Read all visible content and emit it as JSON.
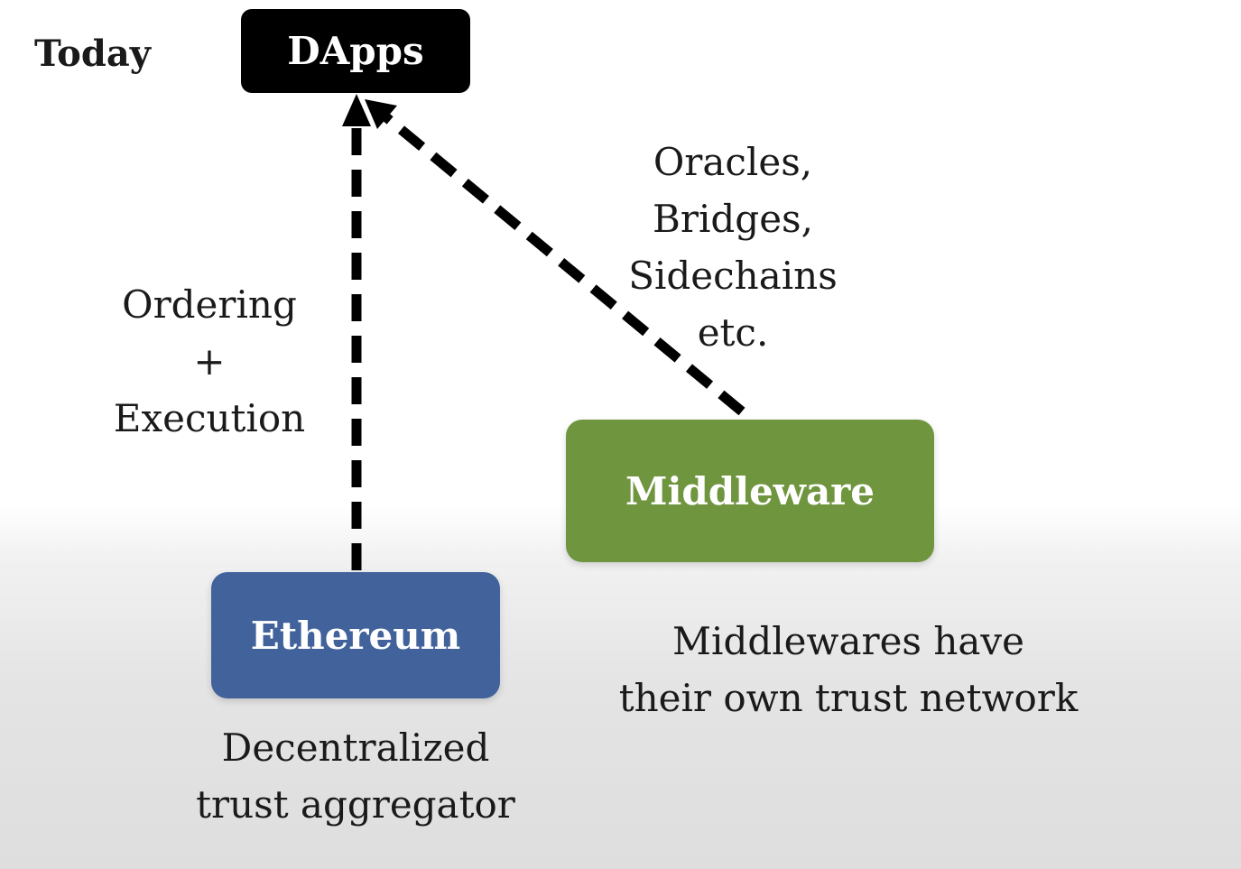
{
  "slide": {
    "title": "Today"
  },
  "boxes": {
    "dapps": {
      "label": "DApps",
      "color": "#000000"
    },
    "middleware": {
      "label": "Middleware",
      "color": "#70953f"
    },
    "ethereum": {
      "label": "Ethereum",
      "color": "#41629b"
    }
  },
  "labels": {
    "ordering_execution": [
      "Ordering",
      "+",
      "Execution"
    ],
    "middleware_types": [
      "Oracles,",
      "Bridges,",
      "Sidechains",
      "etc."
    ],
    "middleware_note": [
      "Middlewares have",
      "their own trust network"
    ],
    "ethereum_note": [
      "Decentralized",
      "trust aggregator"
    ]
  }
}
